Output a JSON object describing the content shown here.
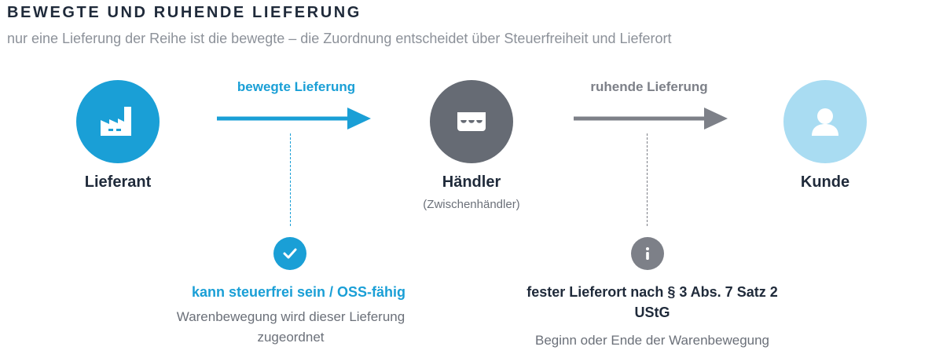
{
  "header": {
    "title": "BEWEGTE UND RUHENDE LIEFERUNG",
    "subtitle": "nur eine Lieferung der Reihe ist die bewegte – die Zuordnung entscheidet über Steuerfreiheit und Lieferort"
  },
  "nodes": {
    "lieferant": {
      "label": "Lieferant",
      "icon": "factory-icon",
      "color": "#1a9fd6"
    },
    "haendler": {
      "label": "Händler",
      "sublabel": "(Zwischenhändler)",
      "icon": "store-icon",
      "color": "#666b74"
    },
    "kunde": {
      "label": "Kunde",
      "icon": "person-icon",
      "color": "#a9dcf2"
    }
  },
  "edges": {
    "bewegt": {
      "label": "bewegte Lieferung",
      "color": "#1a9fd6"
    },
    "ruhend": {
      "label": "ruhende Lieferung",
      "color": "#7d8088"
    }
  },
  "notes": {
    "bewegt": {
      "icon": "check-icon",
      "title": "kann steuerfrei sein / OSS-fähig",
      "line1": "Warenbewegung wird dieser Lieferung",
      "line2": "zugeordnet"
    },
    "ruhend": {
      "icon": "info-icon",
      "title_line1": "fester Lieferort nach § 3 Abs. 7 Satz 2",
      "title_line2": "UStG",
      "line1": "Beginn oder Ende der Warenbewegung"
    }
  }
}
